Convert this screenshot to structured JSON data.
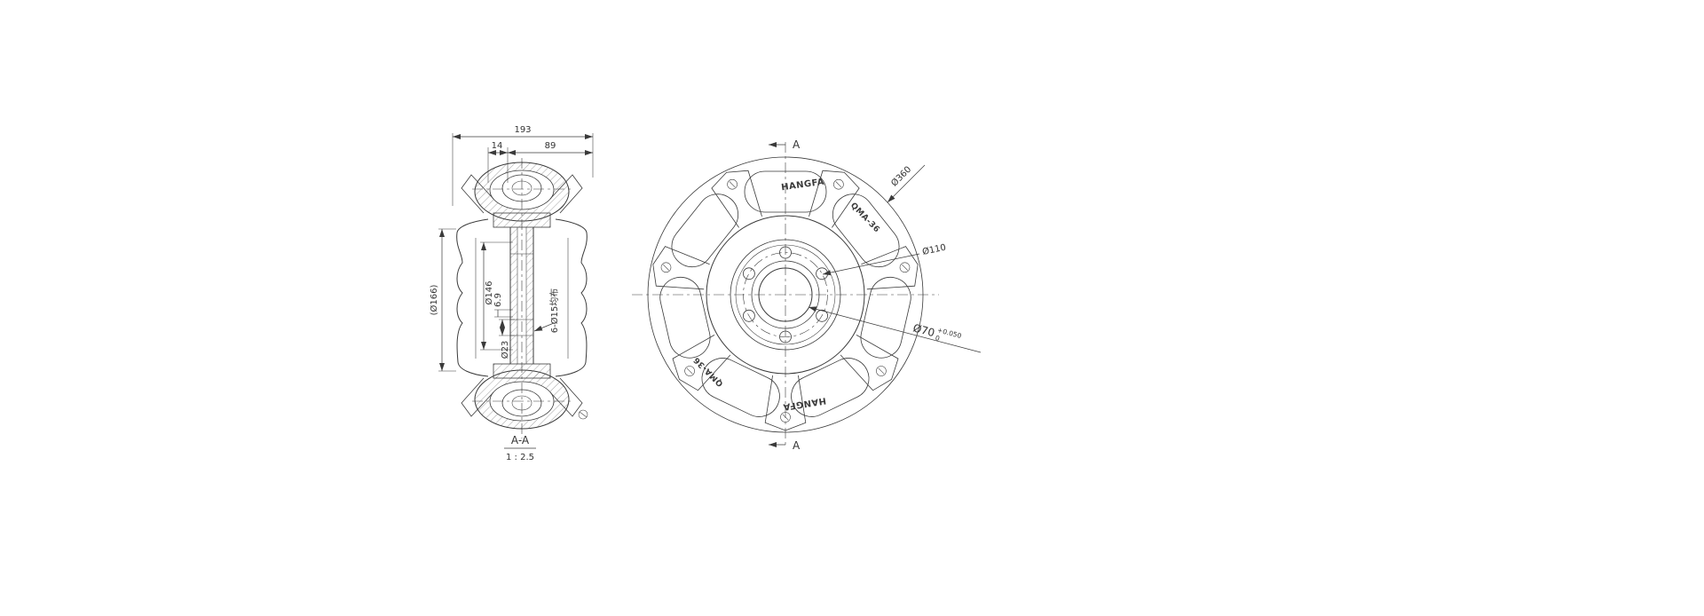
{
  "page": {
    "background": "#ffffff",
    "line_color": "#3a3a3a"
  },
  "section_view": {
    "dims": {
      "overall_width": "193",
      "hub_offset": "14",
      "roller_width": "89",
      "outer_dia_ref": "(Ø166)",
      "inner_dia": "Ø146",
      "web_thickness": "6.9",
      "bore": "Ø23",
      "bolt_holes": "6-Ø15均布"
    },
    "label": "A-A",
    "scale": "1 : 2.5"
  },
  "front_view": {
    "section_label_top": "A",
    "section_label_bottom": "A",
    "dims": {
      "outer_dia": "Ø360",
      "bolt_circle_dia": "Ø110",
      "bore_dia": "Ø70",
      "bore_tol_upper": "+0.050",
      "bore_tol_lower": "0"
    },
    "engravings": {
      "brand_top": "HANGFA",
      "model_top": "QMA-36",
      "model_bottom": "QMA-36",
      "brand_bottom": "HANGFA"
    }
  }
}
